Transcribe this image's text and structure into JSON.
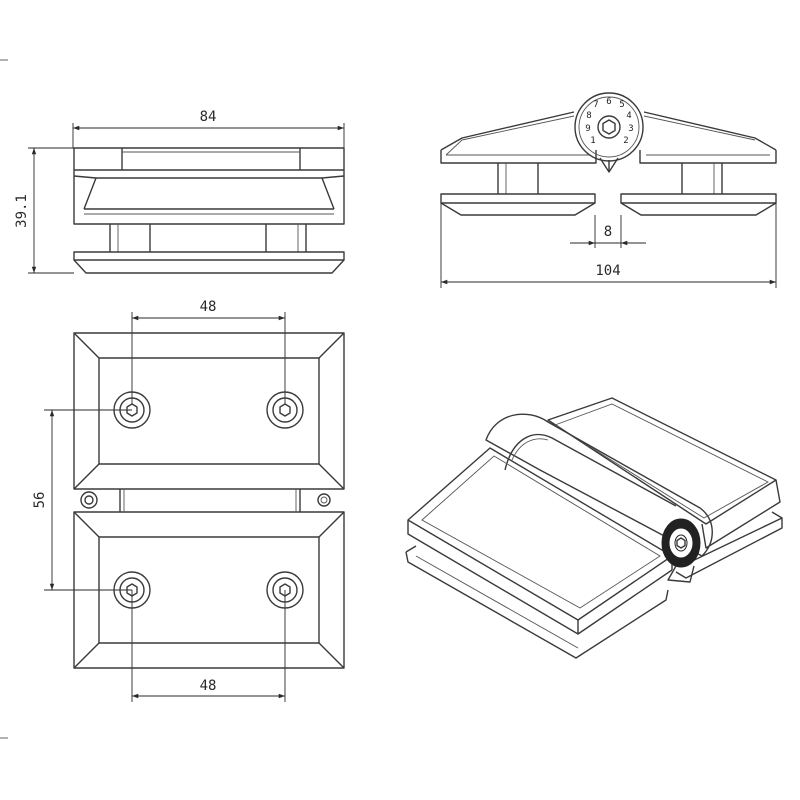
{
  "dimensions": {
    "top_width": "84",
    "left_height": "39.1",
    "gap": "8",
    "total_width": "104",
    "hole_spacing_top": "48",
    "hole_spacing_vertical": "56",
    "hole_spacing_bottom": "48"
  },
  "colors": {
    "line": "#3a3a3a",
    "dimension": "#2a2a2a",
    "background": "#ffffff"
  },
  "views": [
    "front-view",
    "side-view",
    "top-view",
    "isometric-view"
  ]
}
